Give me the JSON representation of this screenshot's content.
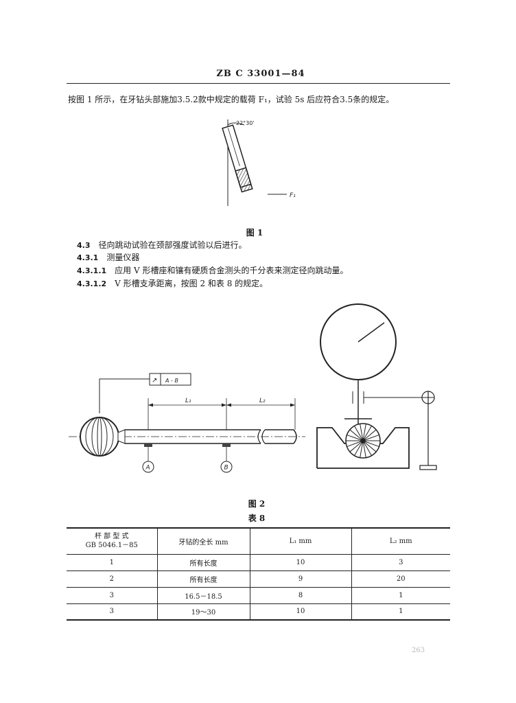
{
  "header": {
    "standard_code": "ZB C 33001—84"
  },
  "intro_text": "按图 1 所示，在牙钻头部施加3.5.2款中规定的载荷 F₁，试验 5s 后应符合3.5条的规定。",
  "figure1": {
    "angle_label": "22°30'",
    "force_label": "F₁",
    "caption": "图 1"
  },
  "clauses": [
    {
      "number": "4.3",
      "text": "径向跳动试验在颈部强度试验以后进行。"
    },
    {
      "number": "4.3.1",
      "text": "测量仪器"
    },
    {
      "number": "4.3.1.1",
      "text": "应用 V 形槽座和镶有硬质合金测头的千分表来测定径向跳动量。"
    },
    {
      "number": "4.3.1.2",
      "text": "V 形槽支承距离，按图 2 和表 8 的规定。"
    }
  ],
  "figure2": {
    "tolerance_frame": {
      "symbol": "↗",
      "datum": "A - B"
    },
    "dim_l1": "L₁",
    "dim_l2": "L₂",
    "datum_a": "A",
    "datum_b": "B",
    "caption": "图 2"
  },
  "table": {
    "title": "表 8",
    "headers": [
      "杆 部 型 式\nGB 5046.1－85",
      "牙钻的全长    mm",
      "L₁    mm",
      "L₂    mm"
    ],
    "rows": [
      [
        "1",
        "所有长度",
        "10",
        "3"
      ],
      [
        "2",
        "所有长度",
        "9",
        "20"
      ],
      [
        "3",
        "16.5－18.5",
        "8",
        "1"
      ],
      [
        "3",
        "19～30",
        "10",
        "1"
      ]
    ]
  },
  "footer": {
    "page_number": "263"
  }
}
